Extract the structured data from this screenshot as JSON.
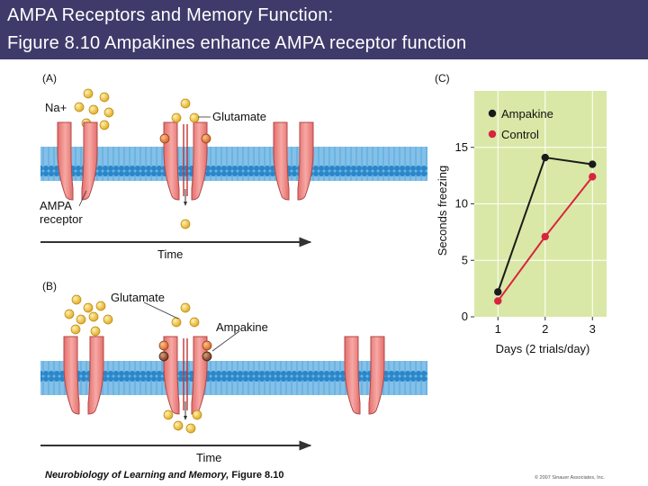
{
  "header": {
    "line1": "AMPA Receptors and Memory Function:",
    "line2": "Figure 8.10  Ampakines enhance AMPA receptor function"
  },
  "panel_a": {
    "label": "(A)",
    "ion": "Na+",
    "glutamate": "Glutamate",
    "receptor_line1": "AMPA",
    "receptor_line2": "receptor",
    "time": "Time"
  },
  "panel_b": {
    "label": "(B)",
    "glutamate": "Glutamate",
    "ampakine": "Ampakine",
    "time": "Time"
  },
  "panel_c": {
    "label": "(C)"
  },
  "chart_data": {
    "type": "line",
    "x": [
      1,
      2,
      3
    ],
    "xlabel": "Days (2 trials/day)",
    "ylabel": "Seconds freezing",
    "xticks": [
      "1",
      "2",
      "3"
    ],
    "yticks": [
      "0",
      "5",
      "10",
      "15"
    ],
    "ylim": [
      0,
      20
    ],
    "grid": true,
    "legend": "top-left",
    "series": [
      {
        "name": "Ampakine",
        "values": [
          2.2,
          14.1,
          13.5
        ],
        "color": "#1a1a1a"
      },
      {
        "name": "Control",
        "values": [
          1.4,
          7.1,
          12.4
        ],
        "color": "#d8243f"
      }
    ],
    "background": "#d9e8a6"
  },
  "footer": {
    "book": "Neurobiology of Learning and Memory,",
    "figure": " Figure 8.10",
    "copyright": "© 2007 Sinauer Associates, Inc."
  },
  "colors": {
    "header_bg": "#3e3b6b",
    "membrane": "#3d9ad6",
    "receptor": "#f08a88",
    "receptor_edge": "#b04848",
    "glutamate": "#f1c232",
    "ampakine": "#a0522d"
  }
}
